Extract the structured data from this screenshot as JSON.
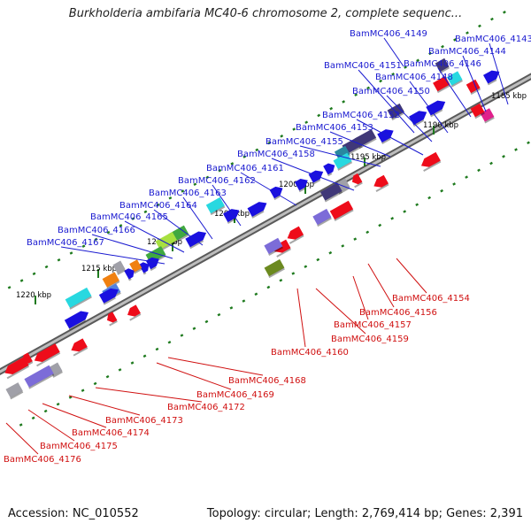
{
  "title": "Burkholderia ambifaria MC40-6 chromosome 2, complete sequenc...",
  "footer": {
    "accession": "Accession: NC_010552",
    "stats": "Topology: circular; Length: 2,769,414 bp; Genes: 2,391"
  },
  "colors": {
    "forward_label": "#1a1ad0",
    "reverse_label": "#d01010",
    "backbone": "#777777",
    "tick": "#1e7a1e"
  },
  "tick_labels": [
    "1185 kbp",
    "1190 kbp",
    "1195 kbp",
    "1200 kbp",
    "1205 kbp",
    "1210 kbp",
    "1215 kbp",
    "1220 kbp"
  ],
  "forward_genes": [
    "BamMC406_4149",
    "BamMC406_4143",
    "BamMC406_4144",
    "BamMC406_4151",
    "BamMC406_4146",
    "BamMC406_4148",
    "BamMC406_4150",
    "BamMC406_4152",
    "BamMC406_4153",
    "BamMC406_4155",
    "BamMC406_4158",
    "BamMC406_4161",
    "BamMC406_4162",
    "BamMC406_4163",
    "BamMC406_4164",
    "BamMC406_4165",
    "BamMC406_4166",
    "BamMC406_4167"
  ],
  "reverse_genes": [
    "BamMC406_4154",
    "BamMC406_4156",
    "BamMC406_4157",
    "BamMC406_4159",
    "BamMC406_4160",
    "BamMC406_4168",
    "BamMC406_4169",
    "BamMC406_4172",
    "BamMC406_4173",
    "BamMC406_4174",
    "BamMC406_4175",
    "BamMC406_4176"
  ]
}
